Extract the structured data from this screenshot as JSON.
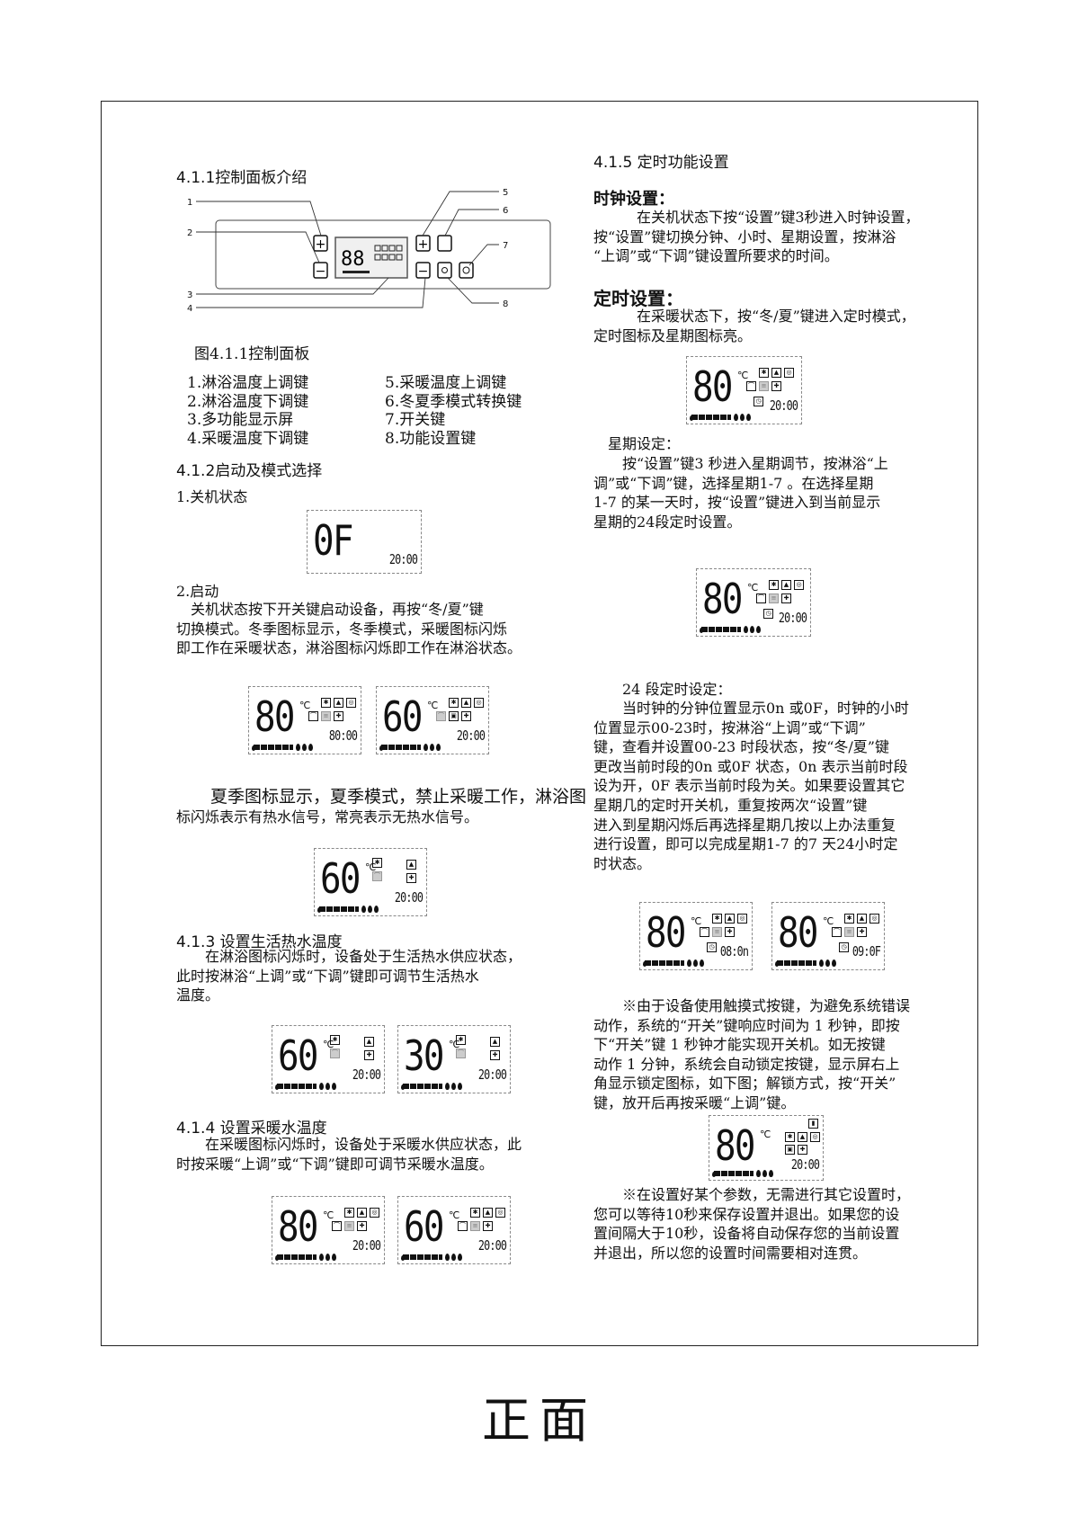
{
  "left": {
    "s411": {
      "heading": "4.1.1控制面板介绍",
      "callouts": [
        "1",
        "2",
        "3",
        "4",
        "5",
        "6",
        "7",
        "8"
      ],
      "button_plus": "+",
      "button_minus": "−",
      "figure_caption": "图4.1.1控制面板",
      "legend_left": [
        "1.淋浴温度上调键",
        "2.淋浴温度下调键",
        "3.多功能显示屏",
        "4.采暖温度下调键"
      ],
      "legend_right": [
        "5.采暖温度上调键",
        "6.冬夏季模式转换键",
        "7.开关键",
        "8.功能设置键"
      ]
    },
    "s412": {
      "heading": "4.1.2启动及模式选择",
      "item1": "1.关机状态",
      "off_lcd": {
        "temp": "0F",
        "time": "20:00"
      },
      "item2": "2.启动",
      "para_start": [
        "　关机状态按下开关键启动设备，再按“冬/夏”键",
        "切换模式。冬季图标显示，冬季模式，采暖图标闪烁",
        "即工作在采暖状态，淋浴图标闪烁即工作在淋浴状态。"
      ],
      "lcd_a": {
        "temp": "80",
        "time": "80:00"
      },
      "lcd_b": {
        "temp": "60",
        "time": "20:00"
      },
      "para_summer": [
        "　　夏季图标显示，夏季模式，禁止采暖工作，淋浴图",
        "标闪烁表示有热水信号，常亮表示无热水信号。"
      ],
      "lcd_c": {
        "temp": "60",
        "time": "20:00"
      }
    },
    "s413": {
      "heading": "4.1.3 设置生活热水温度",
      "para": [
        "　　在淋浴图标闪烁时，设备处于生活热水供应状态，",
        "此时按淋浴“上调”或“下调”键即可调节生活热水",
        "温度。"
      ],
      "lcd_a": {
        "temp": "60",
        "time": "20:00"
      },
      "lcd_b": {
        "temp": "30",
        "time": "20:00"
      }
    },
    "s414": {
      "heading": "4.1.4 设置采暖水温度",
      "para": [
        "　　在采暖图标闪烁时，设备处于采暖水供应状态，此",
        "时按采暖“上调”或“下调”键即可调节采暖水温度。"
      ],
      "lcd_a": {
        "temp": "80",
        "time": "20:00"
      },
      "lcd_b": {
        "temp": "60",
        "time": "20:00"
      }
    }
  },
  "right": {
    "s415": {
      "heading": "4.1.5 定时功能设置",
      "clock_title": "时钟设置：",
      "clock_para": [
        "　　　在关机状态下按“设置”键3秒进入时钟设置，",
        "按“设置”键切换分钟、小时、星期设置，按淋浴",
        "“上调”或“下调”键设置所要求的时间。"
      ],
      "timer_title": "定时设置：",
      "timer_para": [
        "　　　在采暖状态下，按“冬/夏”键进入定时模式，",
        "定时图标及星期图标亮。"
      ],
      "lcd_timer": {
        "temp": "80",
        "time": "20:00"
      },
      "week_title": "　星期设定：",
      "week_para": [
        "　　按“设置”键3 秒进入星期调节，按淋浴“上",
        "调”或“下调”键，选择星期1-7 。在选择星期",
        "1-7 的某一天时，按“设置”键进入到当前显示",
        "星期的24段定时设置。"
      ],
      "lcd_week": {
        "temp": "80",
        "time": "20:00"
      },
      "seg_title": "　　24 段定时设定：",
      "seg_para": [
        "　　当时钟的分钟位置显示0n 或0F，时钟的小时",
        "位置显示00-23时，按淋浴“上调”或“下调”",
        "键，查看并设置00-23 时段状态，按“冬/夏”键",
        "更改当前时段的0n 或0F 状态，0n 表示当前时段",
        "设为开，0F 表示当前时段为关。如果要设置其它",
        "星期几的定时开关机，重复按两次“设置”键",
        "进入到星期闪烁后再选择星期几按以上办法重复",
        "进行设置，即可以完成星期1-7 的7 天24小时定",
        "时状态。"
      ],
      "lcd_on": {
        "temp": "80",
        "time": "08:0n"
      },
      "lcd_off": {
        "temp": "80",
        "time": "09:0F"
      },
      "note1": [
        "　　※由于设备使用触摸式按键，为避免系统错误",
        "动作，系统的“开关”键响应时间为 1 秒钟，即按",
        "下“开关”键 1 秒钟才能实现开关机。如无按键",
        "动作 1 分钟，系统会自动锁定按键，显示屏右上",
        "角显示锁定图标，如下图；解锁方式，按“开关”",
        "键，放开后再按采暖“上调”键。"
      ],
      "lcd_lock": {
        "temp": "80",
        "time": "20:00"
      },
      "note2": [
        "　　※在设置好某个参数，无需进行其它设置时，",
        "您可以等待10秒来保存设置并退出。如果您的设",
        "置间隔大于10秒，设备将自动保存您的当前设置",
        "并退出，所以您的设置时间需要相对连贯。"
      ]
    }
  },
  "lcd_common": {
    "unit": "℃"
  },
  "footer": "正面"
}
